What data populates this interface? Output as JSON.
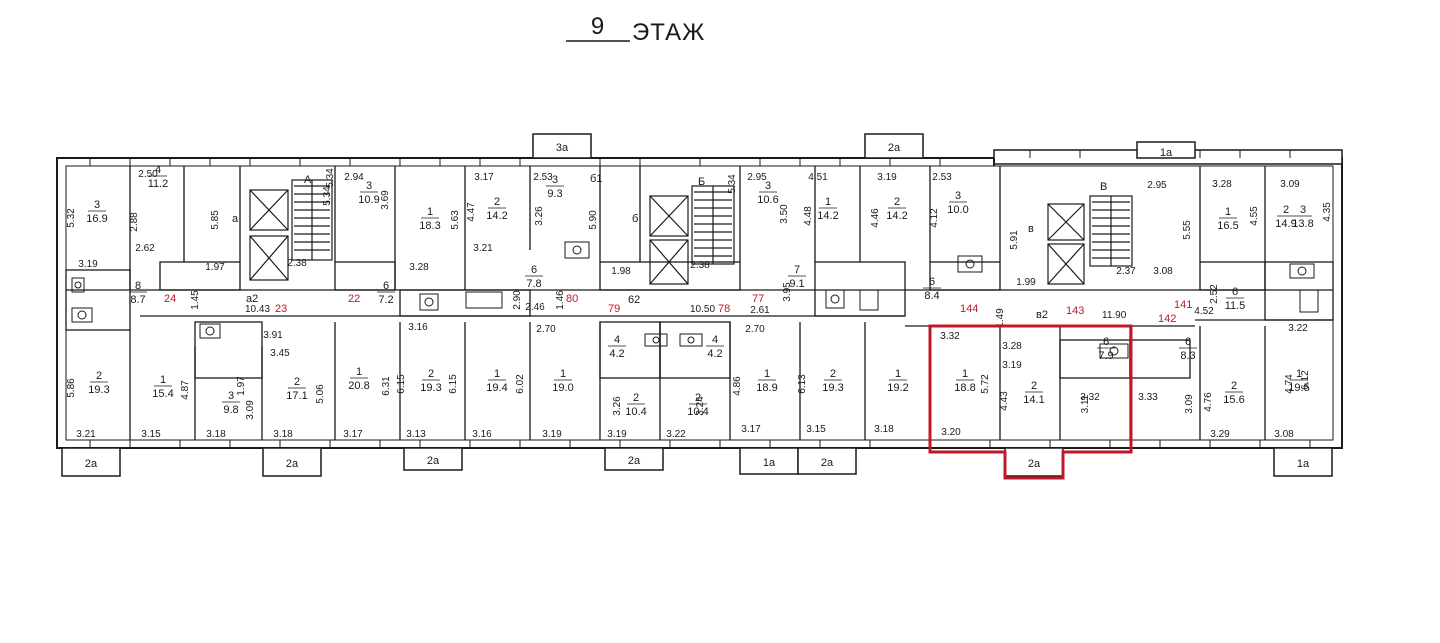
{
  "floor": {
    "number": "9",
    "word": "ЭТАЖ"
  },
  "colors": {
    "ink": "#1a1a1a",
    "highlight": "#c0182a",
    "paper": "#ffffff"
  },
  "sections": [
    {
      "letter": "А",
      "hall": "а",
      "hall2": "а2"
    },
    {
      "letter": "Б",
      "hall": "б",
      "hall2": "б1"
    },
    {
      "letter": "В",
      "hall": "в",
      "hall2": "в2"
    }
  ],
  "balconies": [
    "3а",
    "2а",
    "1а",
    "2а",
    "2а",
    "2а",
    "2а",
    "1а",
    "2а",
    "2а",
    "1а"
  ],
  "corridor": {
    "center": "62",
    "b_len": "10.50",
    "v_len": "11.90",
    "a_len": "10.43"
  },
  "red_numbers": [
    "24",
    "23",
    "22",
    "80",
    "79",
    "78",
    "77",
    "144",
    "143",
    "141",
    "142"
  ],
  "rooms": [
    {
      "n": "3",
      "a": "16.9"
    },
    {
      "n": "4",
      "a": "11.2"
    },
    {
      "n": "3",
      "a": "10.9"
    },
    {
      "n": "1",
      "a": "18.3"
    },
    {
      "n": "2",
      "a": "14.2"
    },
    {
      "n": "3",
      "a": "9.3"
    },
    {
      "n": "3",
      "a": "10.6"
    },
    {
      "n": "1",
      "a": "14.2"
    },
    {
      "n": "2",
      "a": "14.2"
    },
    {
      "n": "3",
      "a": "10.0"
    },
    {
      "n": "1",
      "a": "16.5"
    },
    {
      "n": "2",
      "a": "14.9"
    },
    {
      "n": "3",
      "a": "13.8"
    },
    {
      "n": "8",
      "a": "8.7"
    },
    {
      "n": "6",
      "a": "7.2"
    },
    {
      "n": "6",
      "a": "7.8"
    },
    {
      "n": "7",
      "a": "9.1"
    },
    {
      "n": "6",
      "a": "8.4"
    },
    {
      "n": "6",
      "a": "11.5"
    },
    {
      "n": "2",
      "a": "19.3"
    },
    {
      "n": "1",
      "a": "15.4"
    },
    {
      "n": "3",
      "a": "9.8"
    },
    {
      "n": "2",
      "a": "17.1"
    },
    {
      "n": "1",
      "a": "20.8"
    },
    {
      "n": "2",
      "a": "19.3"
    },
    {
      "n": "1",
      "a": "19.4"
    },
    {
      "n": "1",
      "a": "19.0"
    },
    {
      "n": "4",
      "a": "4.2"
    },
    {
      "n": "4",
      "a": "4.2"
    },
    {
      "n": "2",
      "a": "10.4"
    },
    {
      "n": "2",
      "a": "10.4"
    },
    {
      "n": "1",
      "a": "18.9"
    },
    {
      "n": "2",
      "a": "19.3"
    },
    {
      "n": "1",
      "a": "19.2"
    },
    {
      "n": "1",
      "a": "18.8"
    },
    {
      "n": "2",
      "a": "14.1"
    },
    {
      "n": "6",
      "a": "7.9"
    },
    {
      "n": "6",
      "a": "8.3"
    },
    {
      "n": "2",
      "a": "15.6"
    },
    {
      "n": "1",
      "a": "19.5"
    }
  ],
  "dims": [
    "5.32",
    "2.50",
    "2.88",
    "2.62",
    "3.19",
    "5.85",
    "1.97",
    "5.34",
    "2.94",
    "3.69",
    "2.38",
    "5.63",
    "3.28",
    "4.47",
    "3.17",
    "3.21",
    "2.53",
    "3.26",
    "5.90",
    "1.98",
    "2.38",
    "2.95",
    "3.50",
    "4.48",
    "4.51",
    "3.19",
    "4.46",
    "4.12",
    "2.53",
    "5.91",
    "1.99",
    "2.37",
    "2.95",
    "5.55",
    "3.08",
    "3.28",
    "4.55",
    "3.09",
    "4.35",
    "1.45",
    "2.46",
    "1.46",
    "2.90",
    "3.95",
    "2.61",
    "2.70",
    "2.70",
    "4.52",
    "2.52",
    "1.49",
    "3.16",
    "3.91",
    "3.45",
    "1.97",
    "5.06",
    "6.31",
    "5.86",
    "4.87",
    "3.09",
    "6.15",
    "6.15",
    "6.02",
    "3.26",
    "3.24",
    "4.86",
    "6.13",
    "3.32",
    "5.72",
    "3.28",
    "3.19",
    "4.43",
    "3.11",
    "3.32",
    "3.33",
    "3.09",
    "4.76",
    "4.74",
    "3.22",
    "6.12",
    "3.21",
    "3.15",
    "3.18",
    "3.18",
    "3.17",
    "3.13",
    "3.16",
    "3.19",
    "3.19",
    "3.22",
    "3.17",
    "3.15",
    "3.18",
    "3.20",
    "3.29",
    "3.08",
    "5.34",
    "5.34"
  ]
}
